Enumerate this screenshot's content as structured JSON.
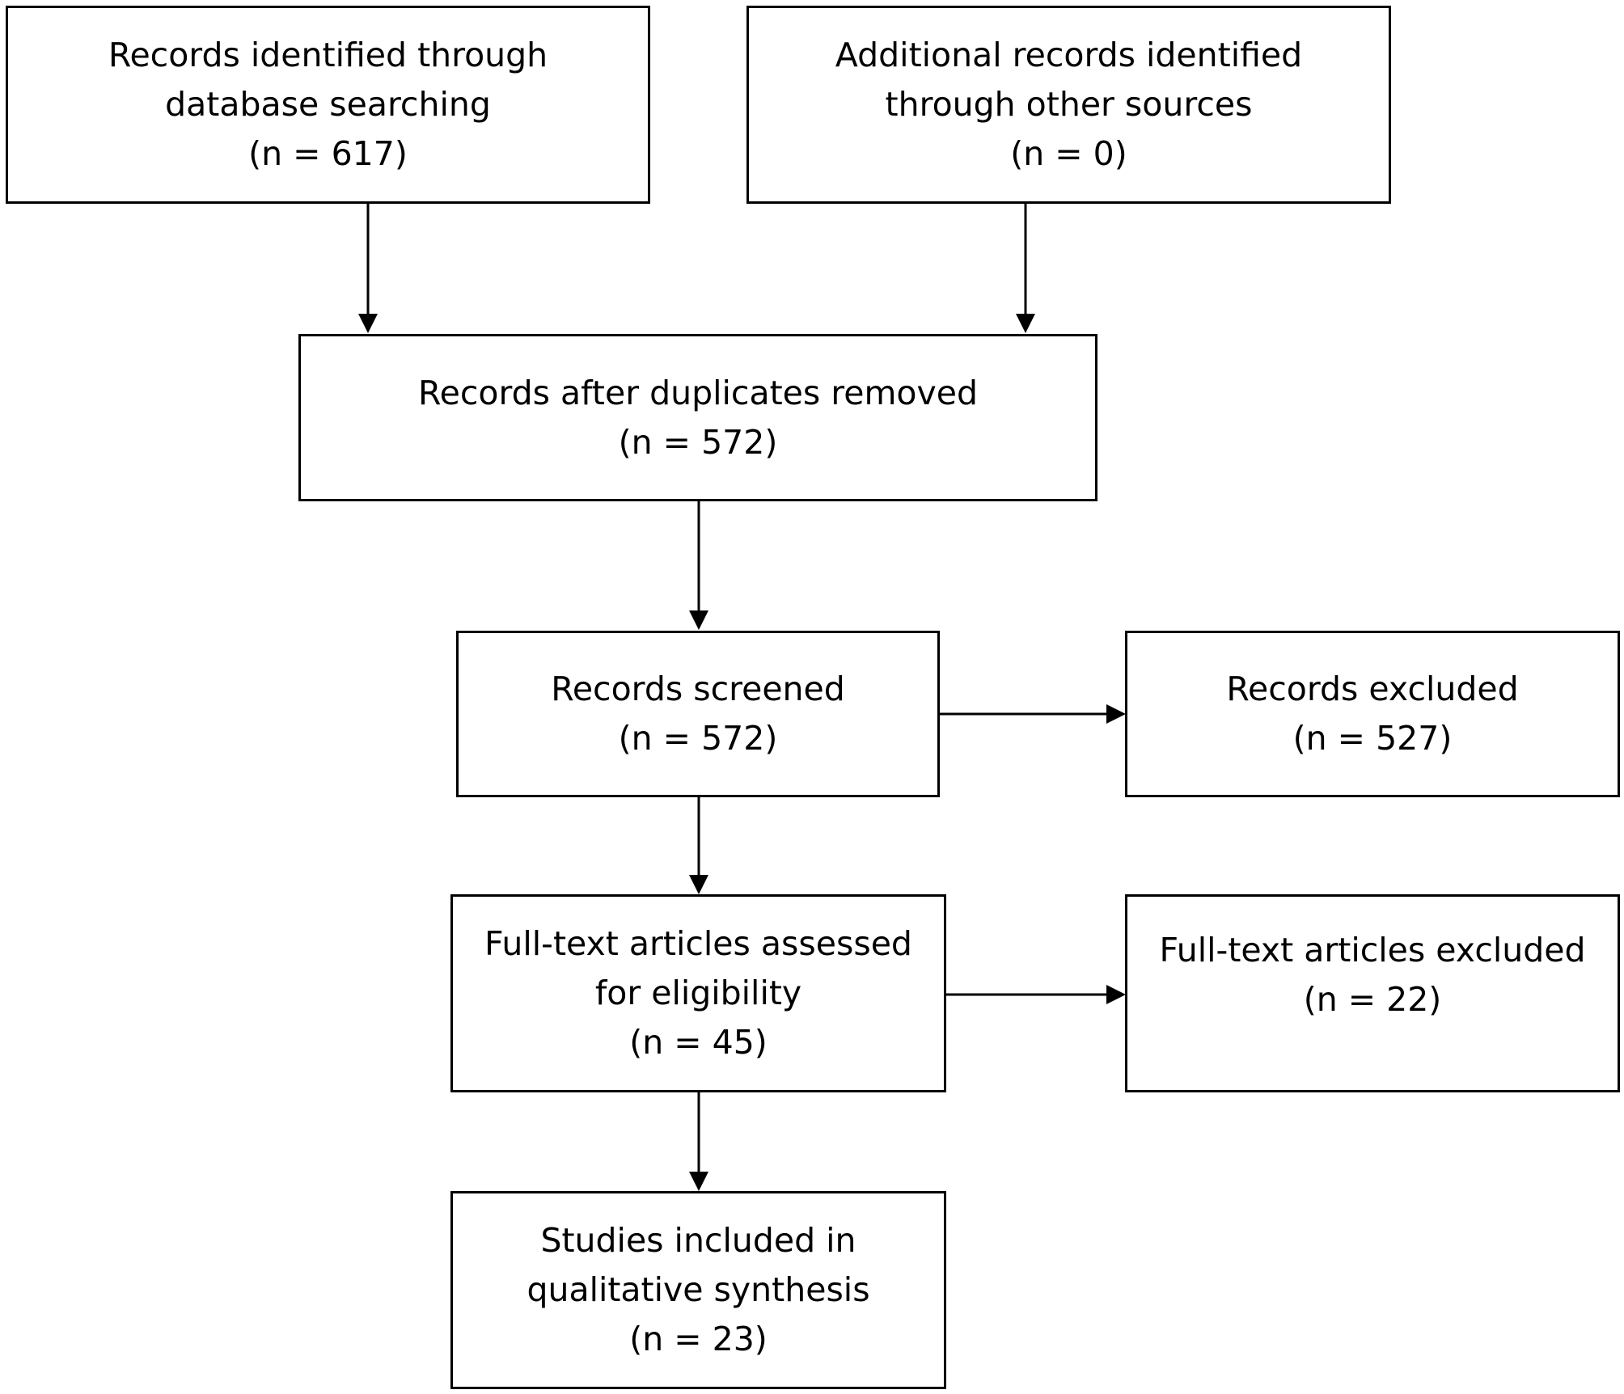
{
  "diagram": {
    "boxes": {
      "identified_database": {
        "lines": [
          "Records identified through",
          "database searching",
          "(n = 617)"
        ]
      },
      "identified_other": {
        "lines": [
          "Additional records identified",
          "through other sources",
          "(n = 0)"
        ]
      },
      "after_duplicates": {
        "lines": [
          "Records after duplicates removed",
          "(n = 572)"
        ]
      },
      "screened": {
        "lines": [
          "Records screened",
          "(n = 572)"
        ]
      },
      "excluded": {
        "lines": [
          "Records excluded",
          "(n = 527)"
        ]
      },
      "fulltext_assessed": {
        "lines": [
          "Full-text articles assessed",
          "for eligibility",
          "(n = 45)"
        ]
      },
      "fulltext_excluded": {
        "lines": [
          "Full-text articles excluded",
          "(n = 22)"
        ]
      },
      "included": {
        "lines": [
          "Studies included in",
          "qualitative synthesis",
          "(n = 23)"
        ]
      }
    },
    "edges": [
      {
        "from": "identified_database",
        "to": "after_duplicates"
      },
      {
        "from": "identified_other",
        "to": "after_duplicates"
      },
      {
        "from": "after_duplicates",
        "to": "screened"
      },
      {
        "from": "screened",
        "to": "excluded"
      },
      {
        "from": "screened",
        "to": "fulltext_assessed"
      },
      {
        "from": "fulltext_assessed",
        "to": "fulltext_excluded"
      },
      {
        "from": "fulltext_assessed",
        "to": "included"
      }
    ]
  }
}
